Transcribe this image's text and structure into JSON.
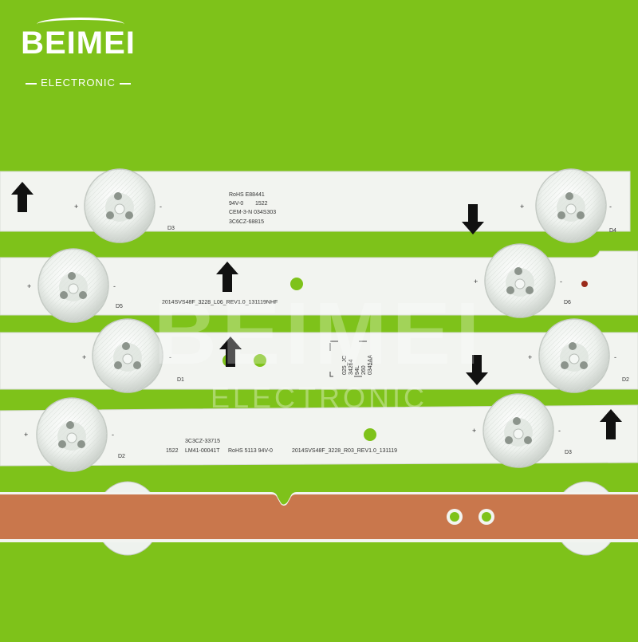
{
  "logo": {
    "brand": "BEIMEI",
    "subtitle": "ELECTRONIC"
  },
  "watermark": {
    "brand": "BEIMEI",
    "subtitle": "ELECTRONIC"
  },
  "colors": {
    "background": "#7ec21a",
    "strip": "#f2f4f0",
    "pcb_back": "#c9774c",
    "arrow": "#111111"
  },
  "strips": {
    "strip1": {
      "led_left": "D3",
      "led_right": "D4",
      "marking_1": "RoHS E88441",
      "marking_2": "94V-0",
      "marking_3": "1522",
      "marking_4": "CEM-3-N 034S303",
      "marking_5": "3C6CZ-68815"
    },
    "strip2": {
      "led_left": "D5",
      "led_right": "D6",
      "part_number": "2014SVS48F_3228_L06_REV1.0_131119NHF"
    },
    "strip3": {
      "led_left": "D1",
      "led_right": "D2",
      "stamp_1": "025_JC",
      "stamp_2": "34264",
      "stamp_3": "94L",
      "stamp_4": "260",
      "stamp_5": "0345AA"
    },
    "strip4": {
      "led_left": "D2",
      "led_right": "D3",
      "code_1": "3C3CZ-33715",
      "code_2": "1522",
      "code_3": "LM41-00041T",
      "code_4": "RoHS 5113 94V-0",
      "part_number": "2014SVS48F_3228_R03_REV1.0_131119"
    }
  },
  "polarity": {
    "plus": "+",
    "minus": "-"
  }
}
